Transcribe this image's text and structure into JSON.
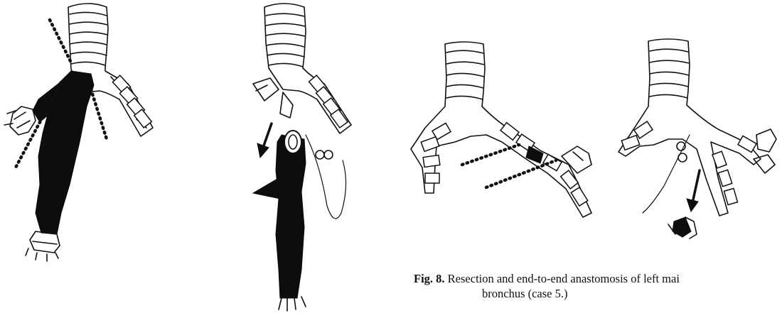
{
  "figure": {
    "label": "Fig. 8.",
    "caption_line1": "Resection and end-to-end anastomosis of left mai",
    "caption_line2": "bronchus (case 5.)"
  },
  "panels": [
    {
      "name": "panel-1",
      "depicts": "tumor-obstructed-left-main-bronchus-with-resection-lines"
    },
    {
      "name": "panel-2",
      "depicts": "excised-bronchial-segment-with-arrow"
    },
    {
      "name": "panel-3",
      "depicts": "right-bronchial-tree-with-resection-lines"
    },
    {
      "name": "panel-4",
      "depicts": "resected-segment-removed-with-arrow"
    }
  ],
  "colors": {
    "ink": "#111111",
    "paper": "#ffffff"
  }
}
